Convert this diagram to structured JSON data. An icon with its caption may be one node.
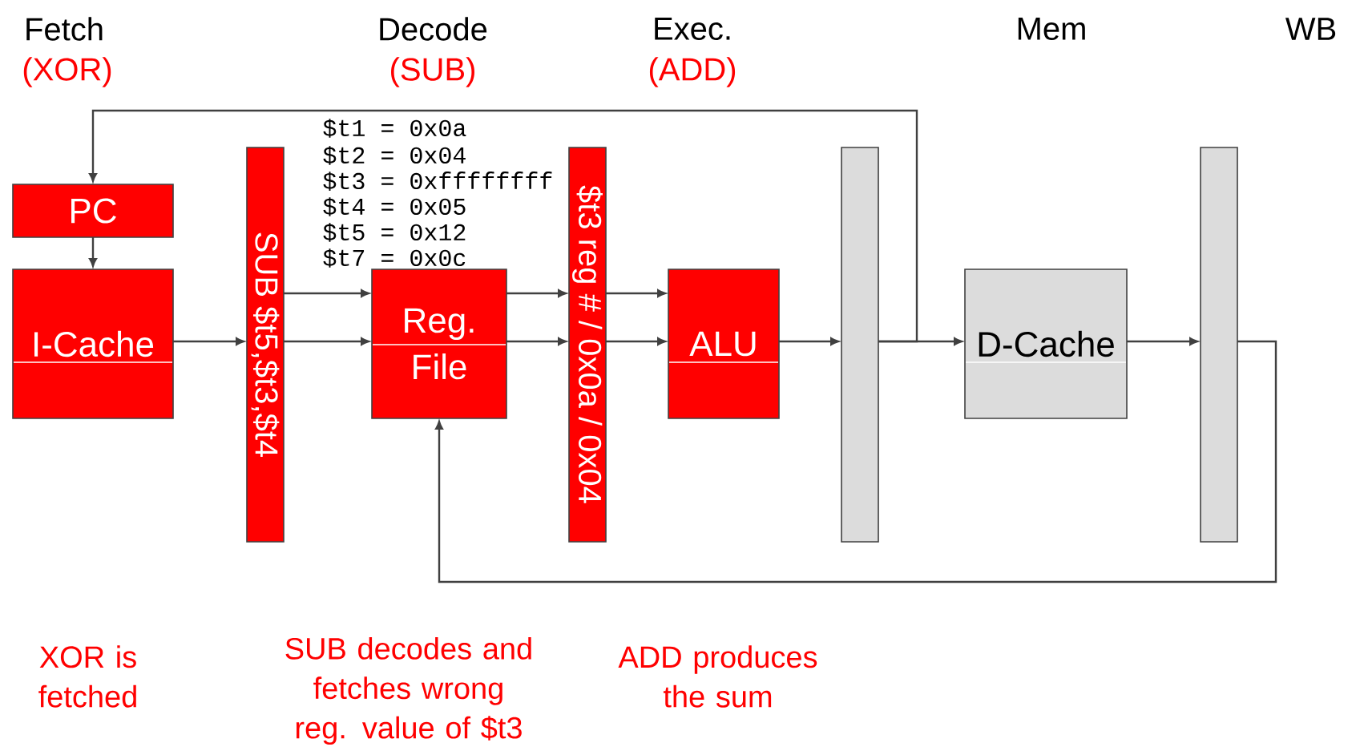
{
  "diagram": {
    "nodes": [
      {
        "text": [
          "PC"
        ]
      },
      {
        "text": [
          "I-Cache"
        ]
      },
      {
        "text": [
          "SUB $t5,$t3,$t4"
        ]
      },
      {
        "text": [
          "Reg. File"
        ]
      },
      {
        "text": [
          "$t3 reg # / 0x0a / 0x04"
        ]
      },
      {
        "text": [
          "ALU"
        ]
      },
      {
        "text": [],
        "shape": "bar"
      },
      {
        "text": [
          "D-Cache"
        ]
      },
      {
        "text": [],
        "shape": "bar"
      }
    ],
    "edges": [
      {
        "from": 0,
        "to": 1,
        "arrow": "to"
      },
      {
        "from": 1,
        "to": 2,
        "arrow": "to"
      },
      {
        "from": 2,
        "to": 3,
        "arrow": "to"
      },
      {
        "from": 2,
        "to": 3,
        "arrow": "to"
      },
      {
        "from": 3,
        "to": 4,
        "arrow": "to"
      },
      {
        "from": 3,
        "to": 4,
        "arrow": "to"
      },
      {
        "from": 4,
        "to": 5,
        "arrow": "to"
      },
      {
        "from": 4,
        "to": 5,
        "arrow": "to"
      },
      {
        "from": 5,
        "to": 6,
        "arrow": "to"
      },
      {
        "from": 6,
        "to": 7,
        "arrow": "to"
      },
      {
        "from": 6,
        "to": 0,
        "arrow": "to"
      },
      {
        "from": 7,
        "to": 8,
        "arrow": "to"
      },
      {
        "from": 8,
        "to": 3,
        "arrow": "to"
      }
    ],
    "labels": [
      "Fetch",
      "Decode",
      "Exec.",
      "Mem",
      "WB",
      "(XOR)",
      "(SUB)",
      "(ADD)",
      "$t1 = 0x0a",
      "$t2 = 0x04",
      "$t3 = 0xffffffff",
      "$t4 = 0x05",
      "$t5 = 0x12",
      "$t7 = 0x0c",
      "XOR is fetched",
      "SUB decodes and fetches wrong reg. value of $t3",
      "ADD produces the sum"
    ]
  }
}
